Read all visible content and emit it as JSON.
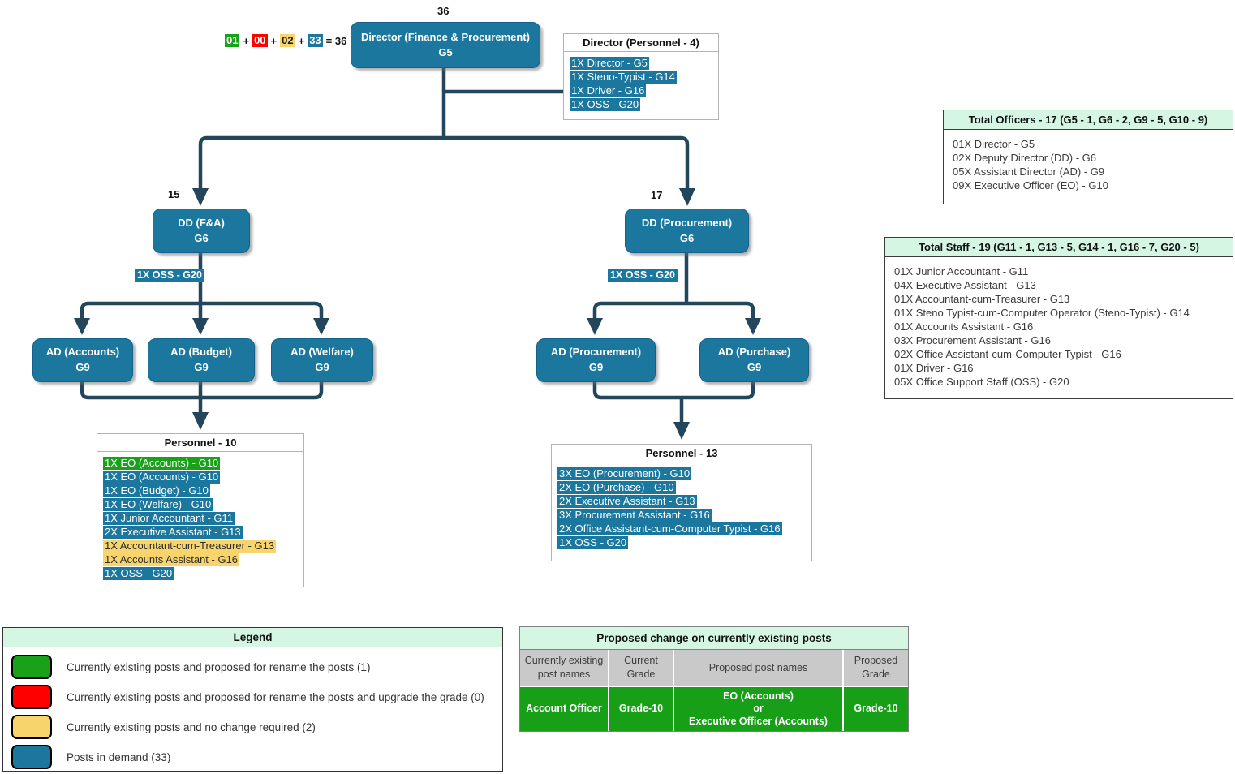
{
  "colors": {
    "node_blue": "#1b779d",
    "connector": "#23465c",
    "green": "#1aa11a",
    "red": "#ff0000",
    "yellow": "#f8d46c",
    "mint_header": "#d5f6e3",
    "table_green": "#17a017",
    "header_gray": "#c9c9c9"
  },
  "formula": {
    "green": "01",
    "red": "00",
    "yellow": "02",
    "blue": "33",
    "plus": "+",
    "result": "= 36"
  },
  "root": {
    "count": "36",
    "title": "Director (Finance & Procurement)",
    "grade": "G5"
  },
  "personnel4": {
    "title": "Director (Personnel - 4)",
    "items": [
      {
        "text": "1X Director - G5",
        "bg": "#1b779d",
        "fg": "#ffffff"
      },
      {
        "text": "1X Steno-Typist - G14",
        "bg": "#1b779d",
        "fg": "#ffffff"
      },
      {
        "text": "1X Driver - G16",
        "bg": "#1b779d",
        "fg": "#ffffff"
      },
      {
        "text": "1X OSS - G20",
        "bg": "#1b779d",
        "fg": "#ffffff"
      }
    ]
  },
  "dd_fa": {
    "count": "15",
    "title": "DD (F&A)",
    "grade": "G6",
    "oss_label": "1X OSS - G20"
  },
  "dd_proc": {
    "count": "17",
    "title": "DD (Procurement)",
    "grade": "G6",
    "oss_label": "1X OSS - G20"
  },
  "ads": {
    "accounts": {
      "title": "AD (Accounts)",
      "grade": "G9"
    },
    "budget": {
      "title": "AD (Budget)",
      "grade": "G9"
    },
    "welfare": {
      "title": "AD (Welfare)",
      "grade": "G9"
    },
    "procurement": {
      "title": "AD (Procurement)",
      "grade": "G9"
    },
    "purchase": {
      "title": "AD (Purchase)",
      "grade": "G9"
    }
  },
  "personnel10": {
    "title": "Personnel - 10",
    "items": [
      {
        "text": "1X EO (Accounts) - G10",
        "bg": "#1aa11a",
        "fg": "#ffffff"
      },
      {
        "text": "1X EO (Accounts) - G10",
        "bg": "#1b779d",
        "fg": "#ffffff"
      },
      {
        "text": "1X EO (Budget) - G10",
        "bg": "#1b779d",
        "fg": "#ffffff"
      },
      {
        "text": "1X EO (Welfare) - G10",
        "bg": "#1b779d",
        "fg": "#ffffff"
      },
      {
        "text": "1X Junior Accountant - G11",
        "bg": "#1b779d",
        "fg": "#ffffff"
      },
      {
        "text": "2X Executive Assistant - G13",
        "bg": "#1b779d",
        "fg": "#ffffff"
      },
      {
        "text": "1X Accountant-cum-Treasurer - G13",
        "bg": "#f8d46c",
        "fg": "#2b2b2b"
      },
      {
        "text": "1X Accounts Assistant - G16",
        "bg": "#f8d46c",
        "fg": "#2b2b2b"
      },
      {
        "text": "1X OSS - G20",
        "bg": "#1b779d",
        "fg": "#ffffff"
      }
    ]
  },
  "personnel13": {
    "title": "Personnel - 13",
    "items": [
      {
        "text": "3X EO (Procurement) - G10",
        "bg": "#1b779d",
        "fg": "#ffffff"
      },
      {
        "text": "2X EO (Purchase) - G10",
        "bg": "#1b779d",
        "fg": "#ffffff"
      },
      {
        "text": "2X Executive Assistant - G13",
        "bg": "#1b779d",
        "fg": "#ffffff"
      },
      {
        "text": "3X Procurement Assistant - G16",
        "bg": "#1b779d",
        "fg": "#ffffff"
      },
      {
        "text": "2X Office Assistant-cum-Computer Typist - G16",
        "bg": "#1b779d",
        "fg": "#ffffff"
      },
      {
        "text": "1X OSS - G20",
        "bg": "#1b779d",
        "fg": "#ffffff"
      }
    ]
  },
  "officers": {
    "title": "Total Officers - 17 (G5 - 1, G6 - 2, G9 - 5, G10 - 9)",
    "items": [
      "01X Director - G5",
      "02X Deputy Director (DD) - G6",
      "05X Assistant Director (AD) - G9",
      "09X Executive Officer (EO) - G10"
    ]
  },
  "staff": {
    "title": "Total Staff - 19 (G11 - 1, G13 - 5, G14 - 1, G16 - 7, G20 - 5)",
    "items": [
      "01X Junior Accountant - G11",
      "04X Executive Assistant - G13",
      "01X Accountant-cum-Treasurer - G13",
      "01X Steno Typist-cum-Computer Operator (Steno-Typist) - G14",
      "01X Accounts Assistant - G16",
      "03X Procurement Assistant - G16",
      "02X Office Assistant-cum-Computer Typist - G16",
      "01X Driver - G16",
      "05X Office Support Staff (OSS) - G20"
    ]
  },
  "legend": {
    "title": "Legend",
    "rows": [
      {
        "label": "Currently existing posts and proposed for rename the posts (1)",
        "color": "#1aa11a"
      },
      {
        "label": "Currently existing posts and proposed for rename the posts and upgrade the grade (0)",
        "color": "#ff0000"
      },
      {
        "label": "Currently existing posts and no change required (2)",
        "color": "#f8d46c"
      },
      {
        "label": "Posts in demand (33)",
        "color": "#1b779d"
      }
    ]
  },
  "proposed": {
    "title": "Proposed change on currently existing posts",
    "headers": [
      "Currently existing post names",
      "Current Grade",
      "Proposed post names",
      "Proposed Grade"
    ],
    "row": [
      "Account Officer",
      "Grade-10",
      "EO (Accounts)\nor\nExecutive Officer (Accounts)",
      "Grade-10"
    ]
  }
}
